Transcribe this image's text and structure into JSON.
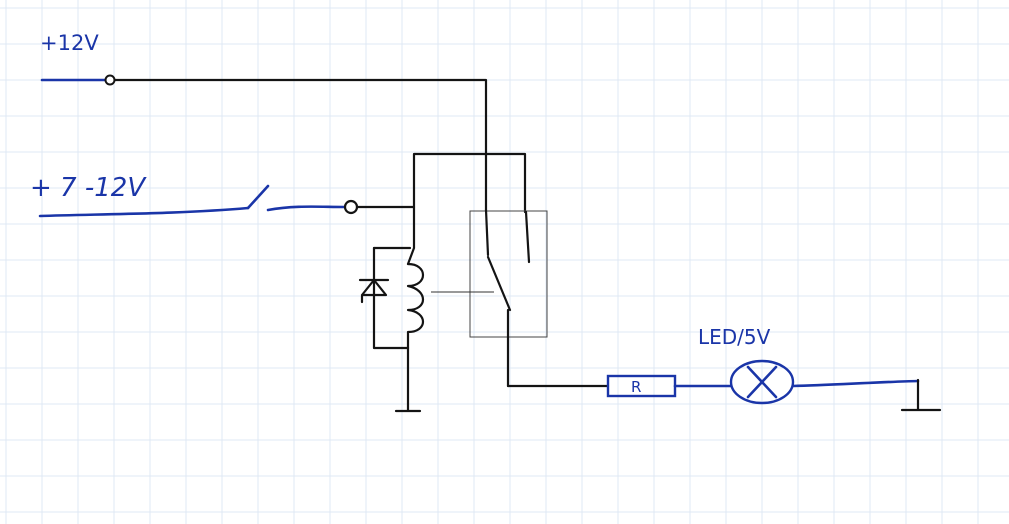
{
  "labels": {
    "supply_12v": "+12V",
    "supply_7_12v": "+ 7 -12V",
    "resistor": "R",
    "led": "LED/5V"
  },
  "colors": {
    "blue_ink": "#1a35a8",
    "black_ink": "#141414",
    "grid": "#dfe8f4",
    "background": "#ffffff"
  },
  "components": [
    "terminal",
    "switch",
    "relay-coil",
    "diode",
    "relay-contacts",
    "resistor",
    "led",
    "ground"
  ]
}
